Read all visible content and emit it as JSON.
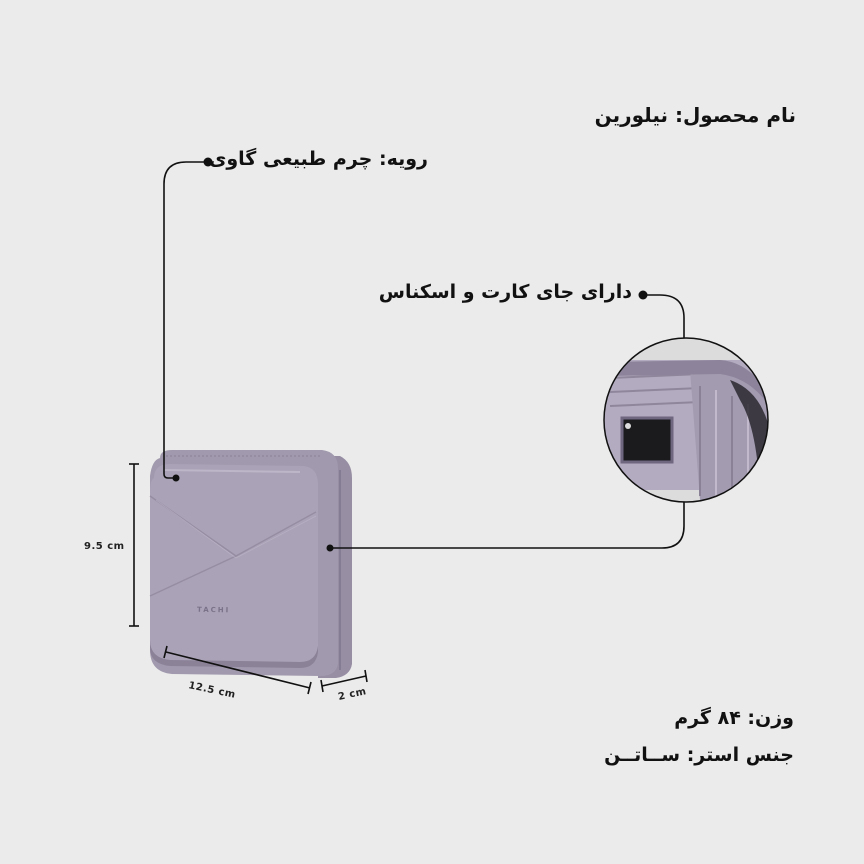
{
  "product": {
    "name_label": "نام محصول: نیلورین"
  },
  "features": {
    "surface": "رویه: چرم طبیعی گاوی",
    "card_slot": "دارای جای کارت و اسکناس"
  },
  "specs": {
    "weight": "وزن: ۸۴ گرم",
    "lining": "جنس استر: ســاتــن"
  },
  "dimensions": {
    "height": "9.5 cm",
    "width": "12.5 cm",
    "depth": "2 cm"
  },
  "brand_mark": "TACHI",
  "colors": {
    "background": "#ebebeb",
    "wallet": "#a89fb4",
    "wallet_dark": "#8f869c",
    "wallet_light": "#b6aec1",
    "line": "#111111"
  }
}
